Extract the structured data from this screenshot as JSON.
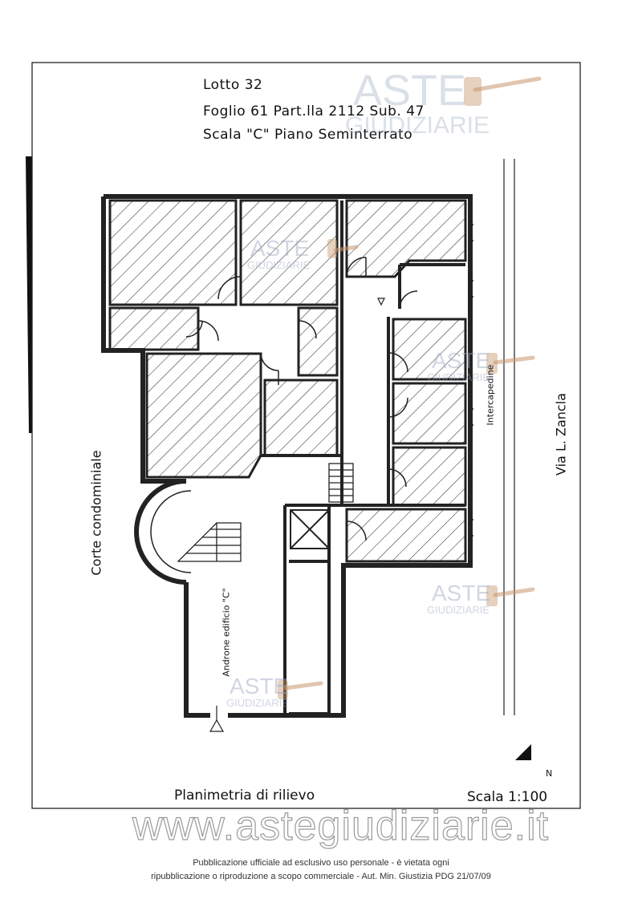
{
  "header": {
    "lot": "Lotto 32",
    "parcel": "Foglio 61  Part.lla 2112  Sub. 47",
    "stair_floor": "Scala \"C\"  Piano  Seminterrato"
  },
  "labels": {
    "courtyard": "Corte condominiale",
    "lobby": "Androne edificio \"C\"",
    "cavity": "Intercapedine",
    "street": "Via L. Zancla",
    "north": "N"
  },
  "bottom": {
    "plan_title": "Planimetria di rilievo",
    "scale": "Scala 1:100"
  },
  "watermark": {
    "aste": "ASTE",
    "giudiziarie": "GIUDIZIARIE",
    "site": "www.astegiudiziarie.it"
  },
  "footer": {
    "line1": "Pubblicazione ufficiale ad esclusivo uso personale - è vietata ogni",
    "line2": "ripubblicazione o riproduzione a scopo commerciale - Aut. Min. Giustizia PDG 21/07/09"
  }
}
